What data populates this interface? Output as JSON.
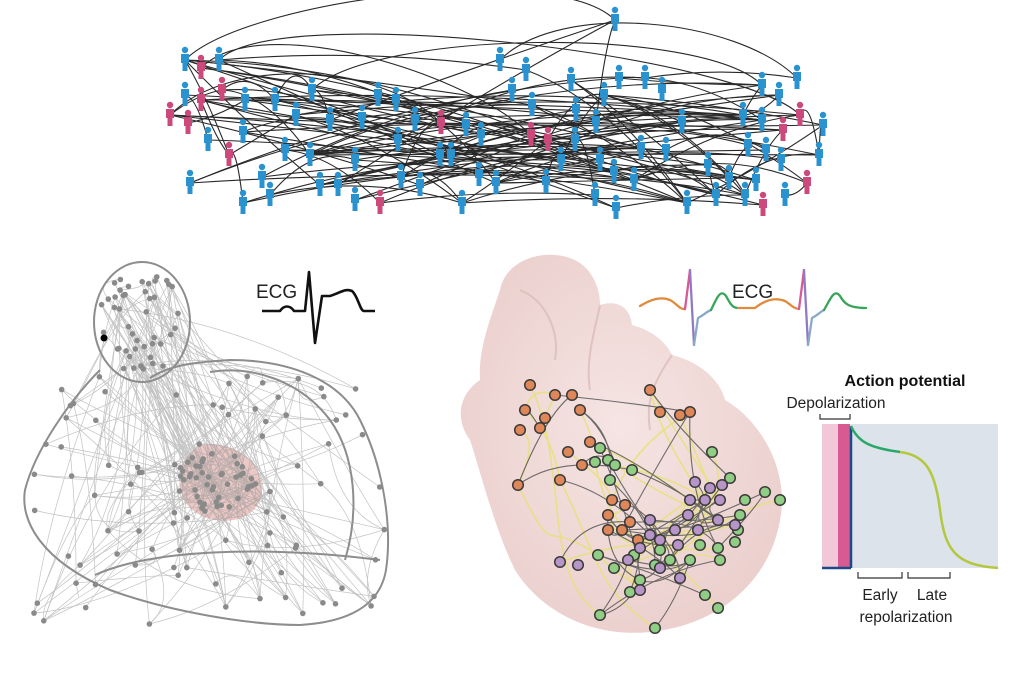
{
  "ecg_left": {
    "label": "ECG"
  },
  "ecg_right": {
    "label": "ECG"
  },
  "action_potential": {
    "title": "Action potential",
    "phase_depolarization": "Depolarization",
    "phase_early_line1": "Early",
    "phase_late_line1": "Late",
    "phase_repolarization": "repolarization"
  },
  "colors": {
    "person_blue": "#2a93cf",
    "person_pink": "#cc4a7b",
    "network_gray": "#8a8a8a",
    "node_orange": "#e0875a",
    "node_purple": "#b895c9",
    "node_green": "#8fce84",
    "heart_fill": "#f0d8d6",
    "ap_background": "#dde3ea",
    "ap_depolarization": "#d85a92",
    "ap_plateau": "#2aa86a",
    "ap_late": "#b3c83c"
  }
}
